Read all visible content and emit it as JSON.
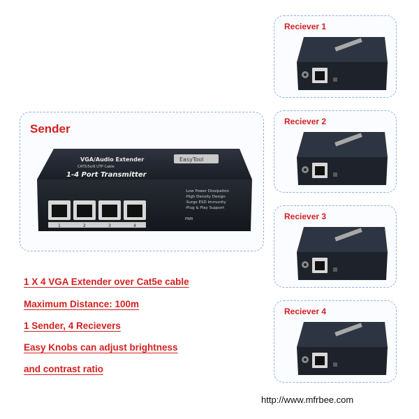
{
  "sender": {
    "title": "Sender",
    "device": {
      "line1": "VGA/Audio Extender",
      "line2": "CAT5/5e/6 UTP Cable",
      "line3": "1-4 Port Transmitter",
      "brand": "EasyTool",
      "port_numbers": [
        "1",
        "2",
        "3",
        "4"
      ],
      "specs": [
        "·Low Power Dissipation",
        "·High Density Design",
        "·Surge ESD Immunity",
        "·Plug & Play Support"
      ],
      "pwr": "PWR"
    }
  },
  "receivers": [
    {
      "title": "Reciever 1"
    },
    {
      "title": "Reciever 2"
    },
    {
      "title": "Reciever 3"
    },
    {
      "title": "Reciever 4"
    }
  ],
  "features": [
    "1 X 4 VGA Extender over Cat5e cable",
    "Maximum Distance: 100m",
    "1 Sender, 4 Recievers",
    "Easy Knobs can adjust brightness",
    "and contrast ratio"
  ],
  "footer": {
    "url": "http://www.mfrbee.com"
  }
}
